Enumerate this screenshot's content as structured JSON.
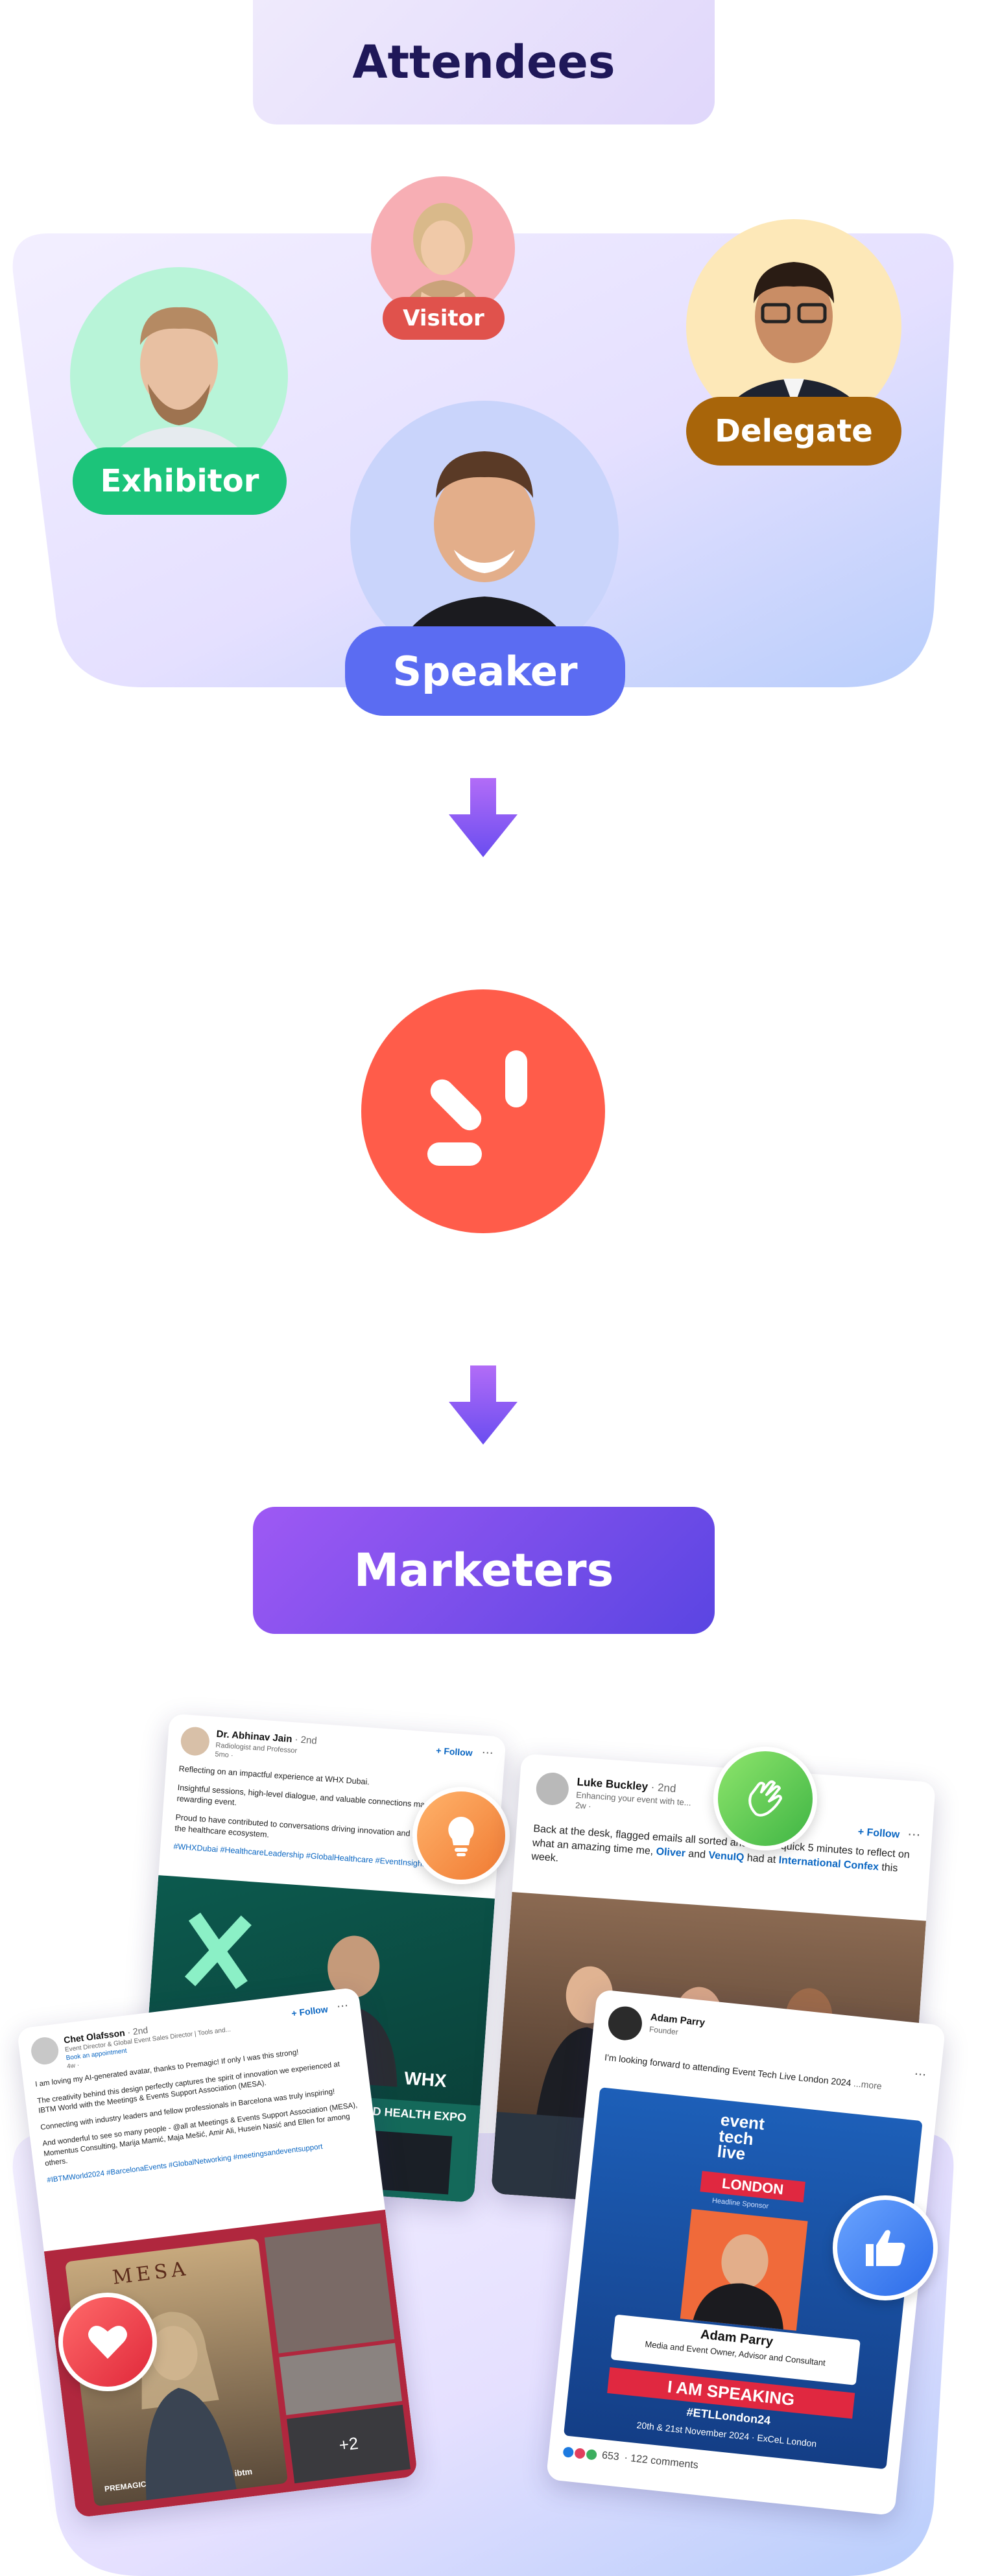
{
  "attendees": {
    "title": "Attendees",
    "roles": {
      "visitor": "Visitor",
      "exhibitor": "Exhibitor",
      "delegate": "Delegate",
      "speaker": "Speaker"
    }
  },
  "marketers": {
    "title": "Marketers"
  },
  "posts": {
    "post1": {
      "author": "Dr. Abhinav Jain",
      "degree": "· 2nd",
      "role": "Radiologist and Professor",
      "time": "5mo · ",
      "follow": "+ Follow",
      "line1": "Reflecting on an impactful experience at WHX Dubai.",
      "line2": "Insightful sessions, high-level dialogue, and valuable connections made this a truly rewarding event.",
      "line3": "Proud to have contributed to conversations driving innovation and progress across the healthcare ecosystem.",
      "tags": "#WHXDubai #HealthcareLeadership #GlobalHealthcare #EventInsights",
      "banner1": "WHX",
      "banner2": "WORLD HEALTH EXPO"
    },
    "post2": {
      "author": "Luke Buckley",
      "degree": "· 2nd",
      "role": "Enhancing your event with te...",
      "time": "2w · ",
      "follow": "+ Follow",
      "text_a": "Back at the desk, flagged emails all sorted and now a quick 5 minutes to reflect on what an amazing time me,",
      "link1": "Oliver",
      "text_b": "and",
      "link2": "VenuIQ",
      "text_c": "had at",
      "link3": "International Confex",
      "text_d": "this week."
    },
    "post3": {
      "author": "Chet Olafsson",
      "degree": "· 2nd",
      "role": "Event Director & Global Event Sales Director | Tools and...",
      "time": "4w · ",
      "link_book": "Book an appointment",
      "follow": "+ Follow",
      "line1": "I am loving my AI-generated avatar, thanks to Premagic! If only I was this strong!",
      "line2": "The creativity behind this design perfectly captures the spirit of innovation we experienced at IBTM World with the Meetings & Events Support Association (MESA).",
      "line3": "Connecting with industry leaders and fellow professionals in Barcelona was truly inspiring!",
      "line4": "And wonderful to see so many people - @all at Meetings & Events Support Association (MESA), Momentus Consulting, Marija Mamić, Maja Mešić, Amir Ali, Husein Nasić and Ellen for among others.",
      "tags": "#IBTMWorld2024 #BarcelonaEvents #GlobalNetworking #meetingsandeventsupport",
      "mesa": "MESA",
      "premagic": "PREMAGIC",
      "ibtm": "ibtm",
      "plus": "+2"
    },
    "post4": {
      "author": "Adam Parry",
      "role": "Founder",
      "more": "...",
      "text": "I'm looking forward to attending Event Tech Live London 2024",
      "text_more": "...more",
      "logo_line1": "event",
      "logo_line2": "tech",
      "logo_line3": "live",
      "london": "LONDON",
      "sponsor": "Headline Sponsor",
      "speaker_name": "Adam Parry",
      "speaker_title": "Media and Event Owner, Advisor and Consultant",
      "cta": "I AM SPEAKING",
      "hashtag": "#ETLLondon24",
      "dates": "20th & 21st November 2024 · ExCeL London",
      "reactions": "653",
      "comments": "· 122 comments"
    }
  },
  "colors": {
    "exhibitor": "#1cc47a",
    "visitor": "#e0524c",
    "delegate": "#a8650a",
    "speaker": "#5b6cf2",
    "brand": "#ff5c4a",
    "arrow": "#8b5cf6",
    "marketers_grad_start": "#9e59f4",
    "marketers_grad_end": "#5a45e2"
  },
  "icons": {
    "brand_logo": "premagic-logo-icon",
    "arrow": "arrow-down-icon",
    "bulb": "lightbulb-icon",
    "clap": "clapping-hands-icon",
    "heart": "heart-icon",
    "thumb": "thumbs-up-icon"
  }
}
